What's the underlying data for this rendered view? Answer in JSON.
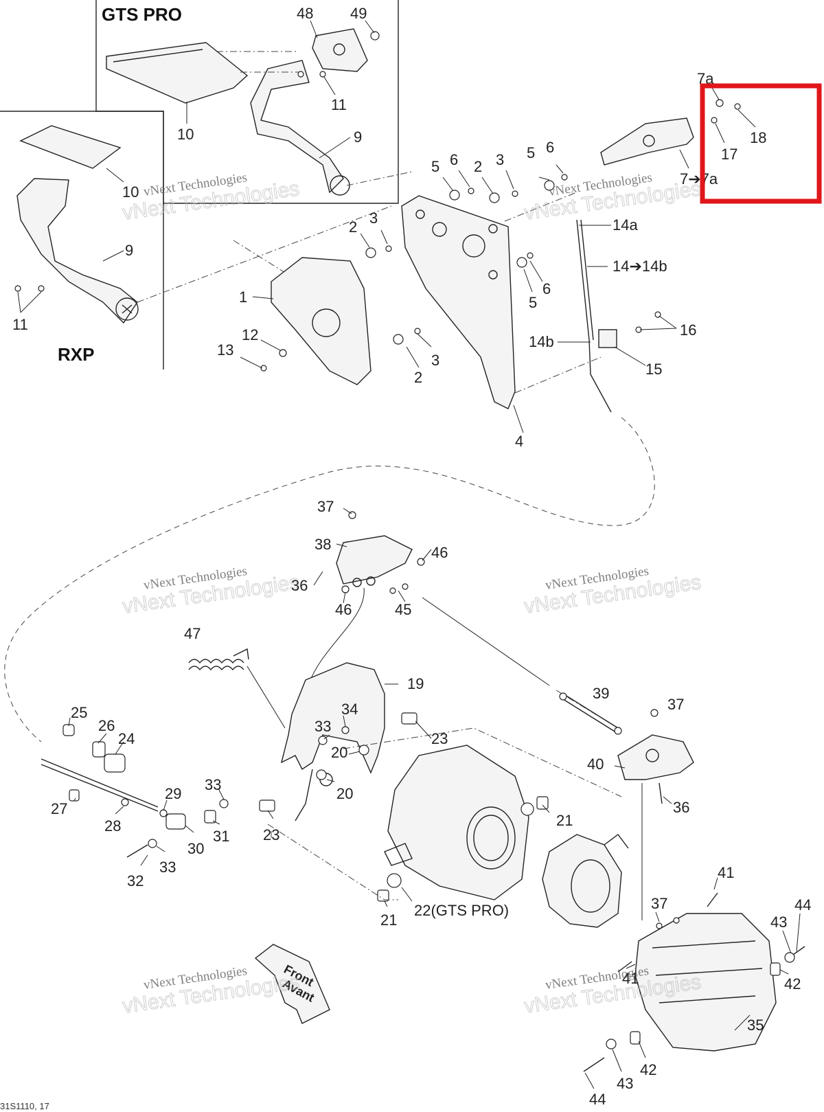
{
  "insets": {
    "gts": {
      "title": "GTS PRO"
    },
    "rxp": {
      "title": "RXP"
    }
  },
  "callouts": {
    "c48": "48",
    "c49": "49",
    "c11a": "11",
    "c10a": "10",
    "c9a": "9",
    "c10b": "10",
    "c9b": "9",
    "c11b": "11",
    "c7a_top": "7a",
    "c18": "18",
    "c17": "17",
    "c7_7a": "7➔7a",
    "c5a": "5",
    "c6a": "6",
    "c2a": "2",
    "c3a": "3",
    "c5b": "5",
    "c6b": "6",
    "c14a": "14a",
    "c14_14b": "14➔14b",
    "c3b": "3",
    "c2b": "2",
    "c6c": "6",
    "c5c": "5",
    "c1": "1",
    "c12": "12",
    "c13": "13",
    "c3c": "3",
    "c2c": "2",
    "c14b": "14b",
    "c16": "16",
    "c15": "15",
    "c4": "4",
    "c37a": "37",
    "c38": "38",
    "c46a": "46",
    "c36a": "36",
    "c46b": "46",
    "c45": "45",
    "c47": "47",
    "c19": "19",
    "c39": "39",
    "c37b": "37",
    "c25": "25",
    "c26": "26",
    "c24": "24",
    "c34": "34",
    "c33a": "33",
    "c20a": "20",
    "c23a": "23",
    "c40": "40",
    "c36b": "36",
    "c27": "27",
    "c29": "29",
    "c28": "28",
    "c33b": "33",
    "c20b": "20",
    "c31": "31",
    "c30": "30",
    "c23b": "23",
    "c21a": "21",
    "c32": "32",
    "c33c": "33",
    "c22": "22(GTS PRO)",
    "c21b": "21",
    "c41a": "41",
    "c37c": "37",
    "c44a": "44",
    "c43a": "43",
    "c42a": "42",
    "c41b": "41",
    "c35": "35",
    "c42b": "42",
    "c43b": "43",
    "c44b": "44"
  },
  "front_arrow": {
    "line1": "Front",
    "line2": "Avant"
  },
  "watermarks": {
    "line1": "vNext Technologies",
    "line2": "vNext Technologies"
  },
  "footer": {
    "code": "31S1110, 17"
  },
  "highlight": {
    "color": "#e0161b"
  }
}
